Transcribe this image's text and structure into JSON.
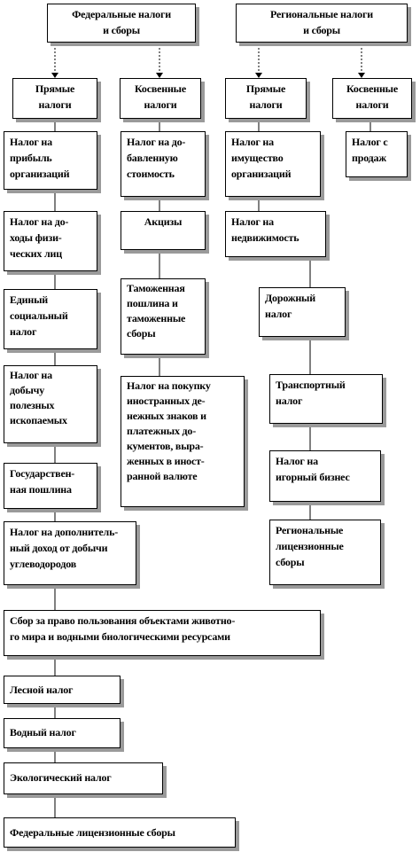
{
  "top": {
    "federal": "Федеральные налоги\nи сборы",
    "regional": "Региональные налоги\nи сборы"
  },
  "federal_groups": {
    "direct": "Прямые\nналоги",
    "indirect": "Косвенные\nналоги"
  },
  "regional_groups": {
    "direct": "Прямые\nналоги",
    "indirect": "Косвенные\nналоги"
  },
  "federal_direct_taxes": [
    "Налог на\nприбыль\nорганизаций",
    "Налог на до-\nходы физи-\nческих лиц",
    "Единый\nсоциальный\nналог",
    "Налог на\nдобычу\nполезных\nископаемых",
    "Государствен-\nная пошлина",
    "Налог на дополнитель-\nный доход от добычи\nуглеводородов"
  ],
  "federal_indirect_taxes": [
    "Налог на до-\nбавленную\nстоимость",
    "Акцизы",
    "Таможенная\nпошлина и\nтаможенные\nсборы",
    "Налог на покупку\nиностранных де-\nнежных знаков и\nплатежных до-\nкументов, выра-\nженных в иност-\nранной валюте"
  ],
  "regional_direct_taxes": [
    "Налог на\nимущество\nорганизаций",
    "Налог на\nнедвижимость",
    "Дорожный\nналог",
    "Транспортный\nналог",
    "Налог на\nигорный бизнес",
    "Региональные\nлицензионные\nсборы"
  ],
  "regional_indirect_taxes": [
    "Налог с\nпродаж"
  ],
  "federal_other": [
    "Сбор за право пользования объектами животно-\nго мира и водными биологическими ресурсами",
    "Лесной налог",
    "Водный налог",
    "Экологический налог",
    "Федеральные лицензионные сборы"
  ]
}
